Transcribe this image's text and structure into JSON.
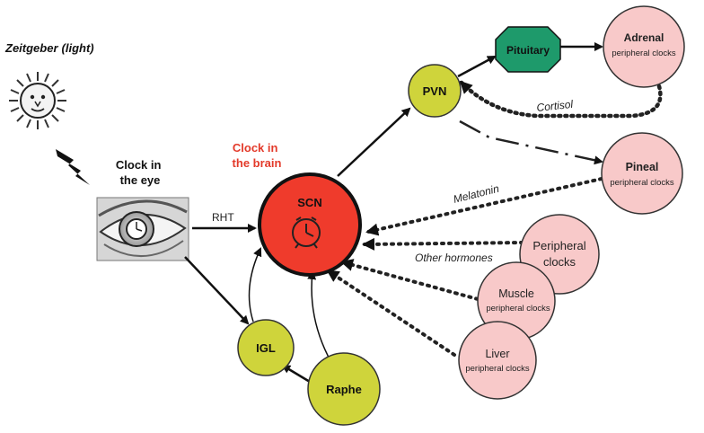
{
  "zeitgeber": {
    "label_main": "Zeitgeber",
    "label_paren": "(light)"
  },
  "eye": {
    "title_line1": "Clock in",
    "title_line2": "the eye"
  },
  "brain": {
    "title_line1": "Clock in",
    "title_line2": "the brain",
    "color": "#e33a2a"
  },
  "nodes": {
    "scn": "SCN",
    "pvn": "PVN",
    "pituitary": "Pituitary",
    "igl": "IGL",
    "raphe": "Raphe",
    "adrenal": {
      "name": "Adrenal",
      "sub": "peripheral clocks"
    },
    "pineal": {
      "name": "Pineal",
      "sub": "peripheral clocks"
    },
    "peripheral": {
      "name_line1": "Peripheral",
      "name_line2": "clocks"
    },
    "muscle": {
      "name": "Muscle",
      "sub": "peripheral clocks"
    },
    "liver": {
      "name": "Liver",
      "sub": "peripheral clocks"
    }
  },
  "edges": {
    "rht": "RHT",
    "cortisol": "Cortisol",
    "melatonin": "Melatonin",
    "other_hormones": "Other hormones"
  },
  "colors": {
    "scn_fill": "#ef3b2c",
    "yellow_green": "#cfd43b",
    "pituitary_fill": "#1e9a6b",
    "peripheral_fill": "#f8c9c9",
    "brain_label": "#e33a2a",
    "stroke": "#111111"
  },
  "icons": [
    "sun-icon",
    "lightning-bolt-icon",
    "eye-image",
    "clock-icon"
  ]
}
